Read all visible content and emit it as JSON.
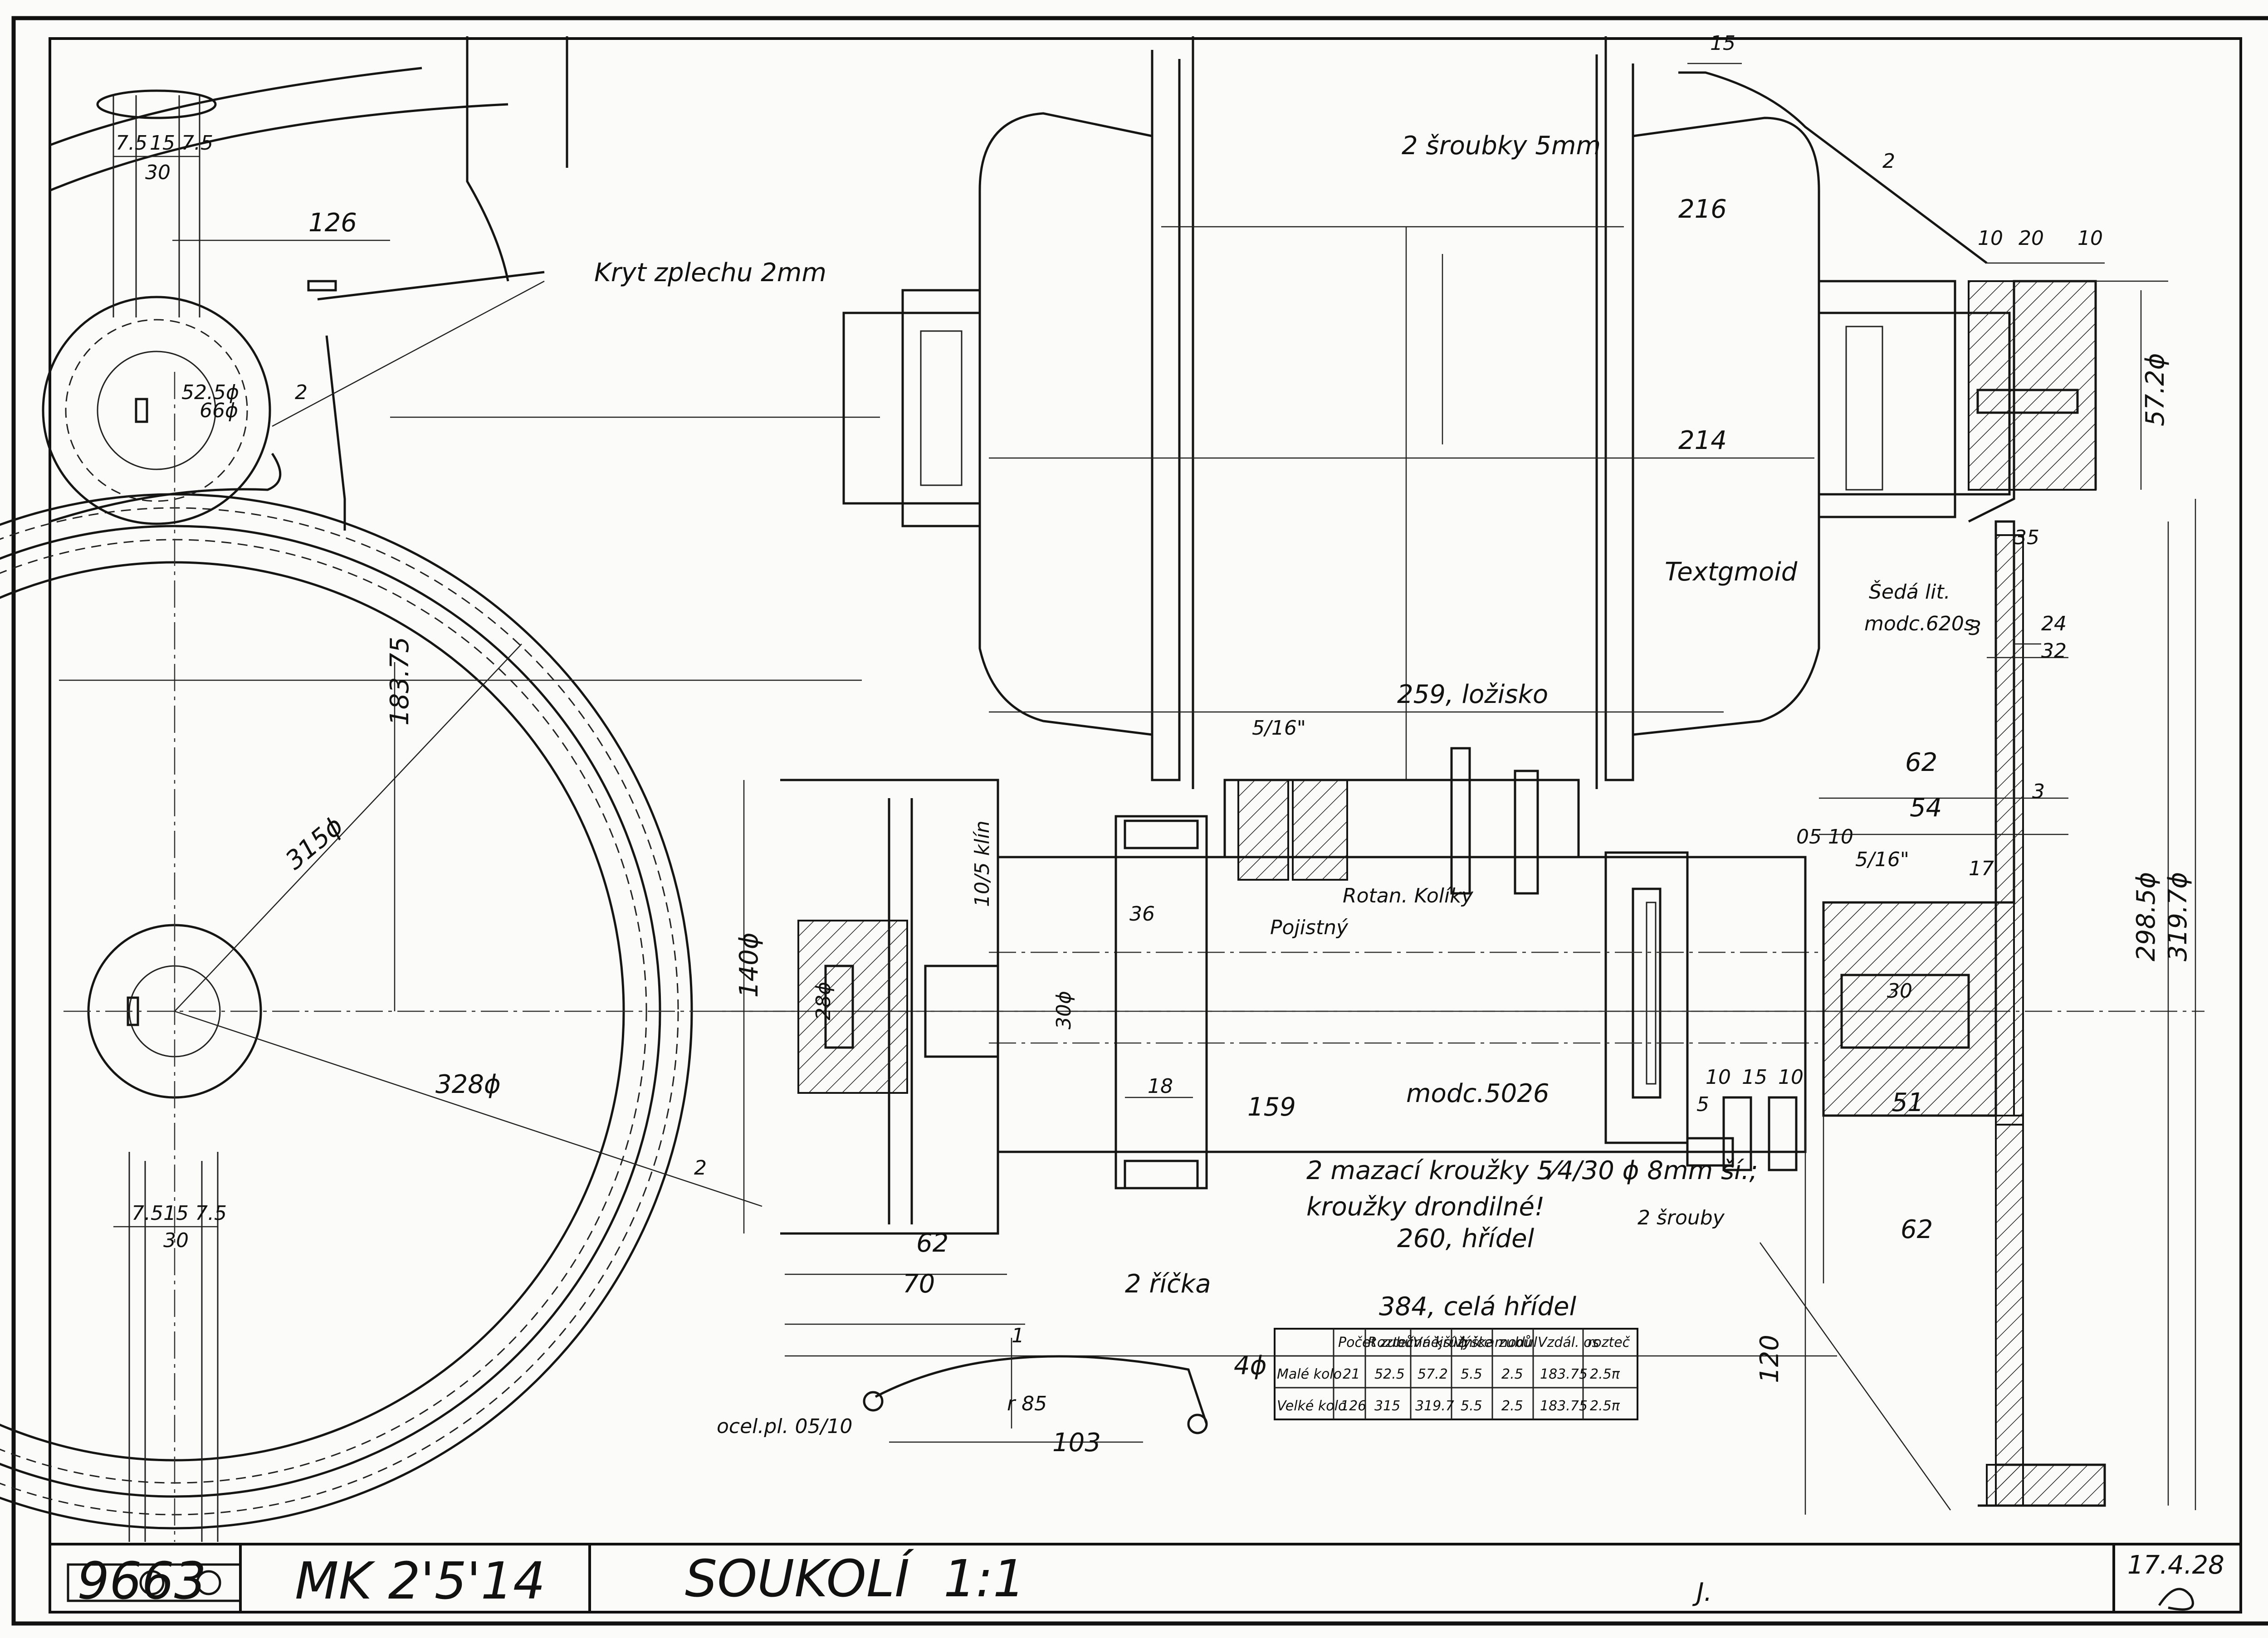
{
  "title_block": {
    "number": "9663",
    "code": "MK 2'5'14",
    "name": "SOUKOLÍ",
    "scale": "1:1",
    "date": "17.4.28",
    "mark": "J."
  },
  "labels": {
    "kryt": "Kryt zplechu 2mm",
    "sroubky_top": "2 šroubky 5mm",
    "textgmoid": "Textgmoid",
    "sedalit": "Šedá lit.",
    "modc620s": "modc.620s",
    "lozisko": "259, ložisko",
    "modc5026": "modc.5026",
    "mazaci": "2 mazací kroužky 5⁄4/30 ϕ 8mm ší.;",
    "krouzky": "kroužky drondilné!",
    "sroubky_bottom": "2 šrouby",
    "hridel260": "260, hřídel",
    "hridel384": "384, celá hřídel",
    "zricka": "2 říčka",
    "ocelpl": "ocel.pl. 05/10",
    "klin": "10/5 klín",
    "pojistny": "Pojistný",
    "kolik": "Rotan. Kolíky"
  },
  "dims": {
    "d15_top": "15",
    "d75a": "7.5",
    "d15a": "15",
    "d75b": "7.5",
    "d30a": "30",
    "d126": "126",
    "d525": "52.5ϕ",
    "d66": "66ϕ",
    "d2a": "2",
    "d18375": "183.75",
    "d315": "315ϕ",
    "d328": "328ϕ",
    "d2b": "2",
    "d75c": "7.5",
    "d15c": "15",
    "d75d": "7.5",
    "d30b": "30",
    "d216": "216",
    "d214": "214",
    "d2c": "2",
    "d10a": "10",
    "d20": "20",
    "d10b": "10",
    "d572": "57.2ϕ",
    "d35": "35",
    "d3a": "3",
    "d24": "24",
    "d32": "32",
    "d516a": "5/16\"",
    "d62a": "62",
    "d54": "54",
    "d3b": "3",
    "d05": "05",
    "d10c": "10",
    "d516b": "5/16\"",
    "d17": "17",
    "d2985": "298.5ϕ",
    "d3197": "319.7ϕ",
    "d140": "140ϕ",
    "d30c": "30ϕ",
    "d36": "36",
    "d30d": "30",
    "d28": "28ϕ",
    "d18": "18",
    "d159": "159",
    "d10d": "10",
    "d15d": "15",
    "d10e": "10",
    "d5": "5",
    "d51": "51",
    "d62b": "62",
    "d70": "70",
    "d62c": "62",
    "d120": "120",
    "d4": "4ϕ",
    "r85": "r 85",
    "d103": "103",
    "d1": "1"
  },
  "table": {
    "headers": [
      "",
      "Počet zubů",
      "Roztečná kružnice",
      "Vnější ϕ",
      "Výška zubů",
      "modul",
      "Vzdál. os",
      "rozteč"
    ],
    "rows": [
      [
        "Malé kolo",
        "21",
        "52.5",
        "57.2",
        "5.5",
        "2.5",
        "183.75",
        "2.5π"
      ],
      [
        "Velké kolo",
        "126",
        "315",
        "319.7",
        "5.5",
        "2.5",
        "183.75",
        "2.5π"
      ]
    ]
  }
}
